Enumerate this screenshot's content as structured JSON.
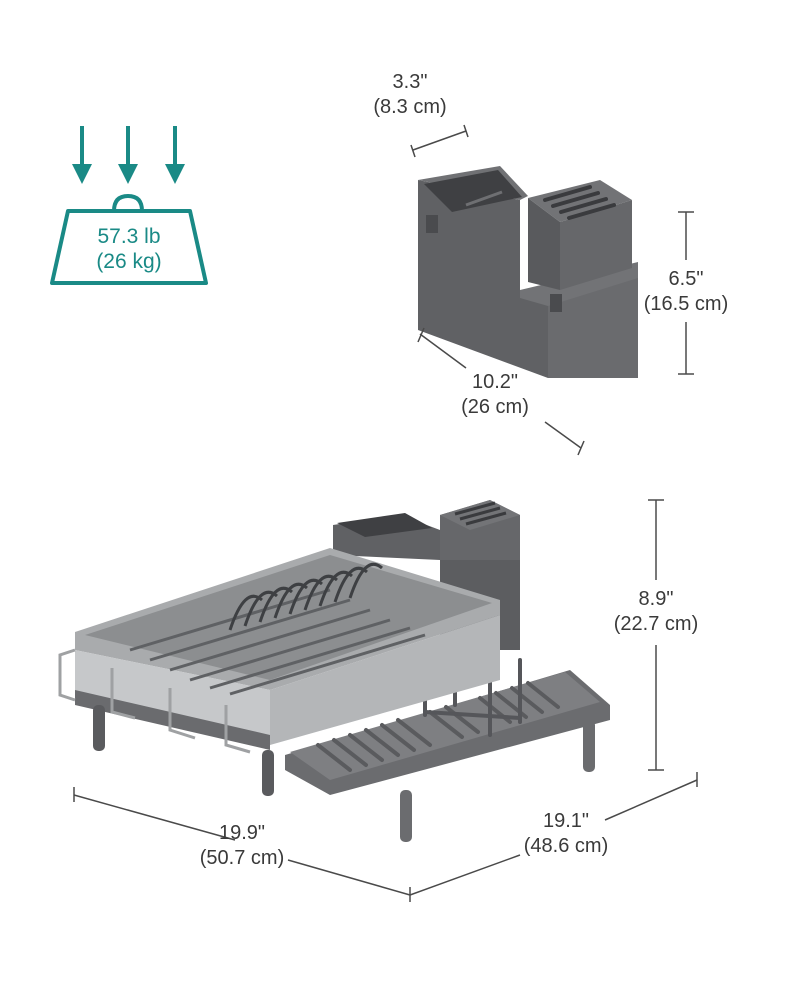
{
  "colors": {
    "accent": "#1a8a86",
    "organizer": "#5f6063",
    "organizer_dark": "#4a4b4e",
    "steel": "#c9cbcd",
    "dimension_line": "#4a4a4a"
  },
  "weight": {
    "icon": "weight-load-icon",
    "value_lb": "57.3 lb",
    "value_kg": "(26 kg)"
  },
  "organizer": {
    "width_in": "3.3\"",
    "width_cm": "(8.3 cm)",
    "height_in": "6.5\"",
    "height_cm": "(16.5 cm)",
    "length_in": "10.2\"",
    "length_cm": "(26 cm)"
  },
  "rack": {
    "height_in": "8.9\"",
    "height_cm": "(22.7 cm)",
    "width_in": "19.9\"",
    "width_cm": "(50.7 cm)",
    "depth_in": "19.1\"",
    "depth_cm": "(48.6 cm)"
  }
}
